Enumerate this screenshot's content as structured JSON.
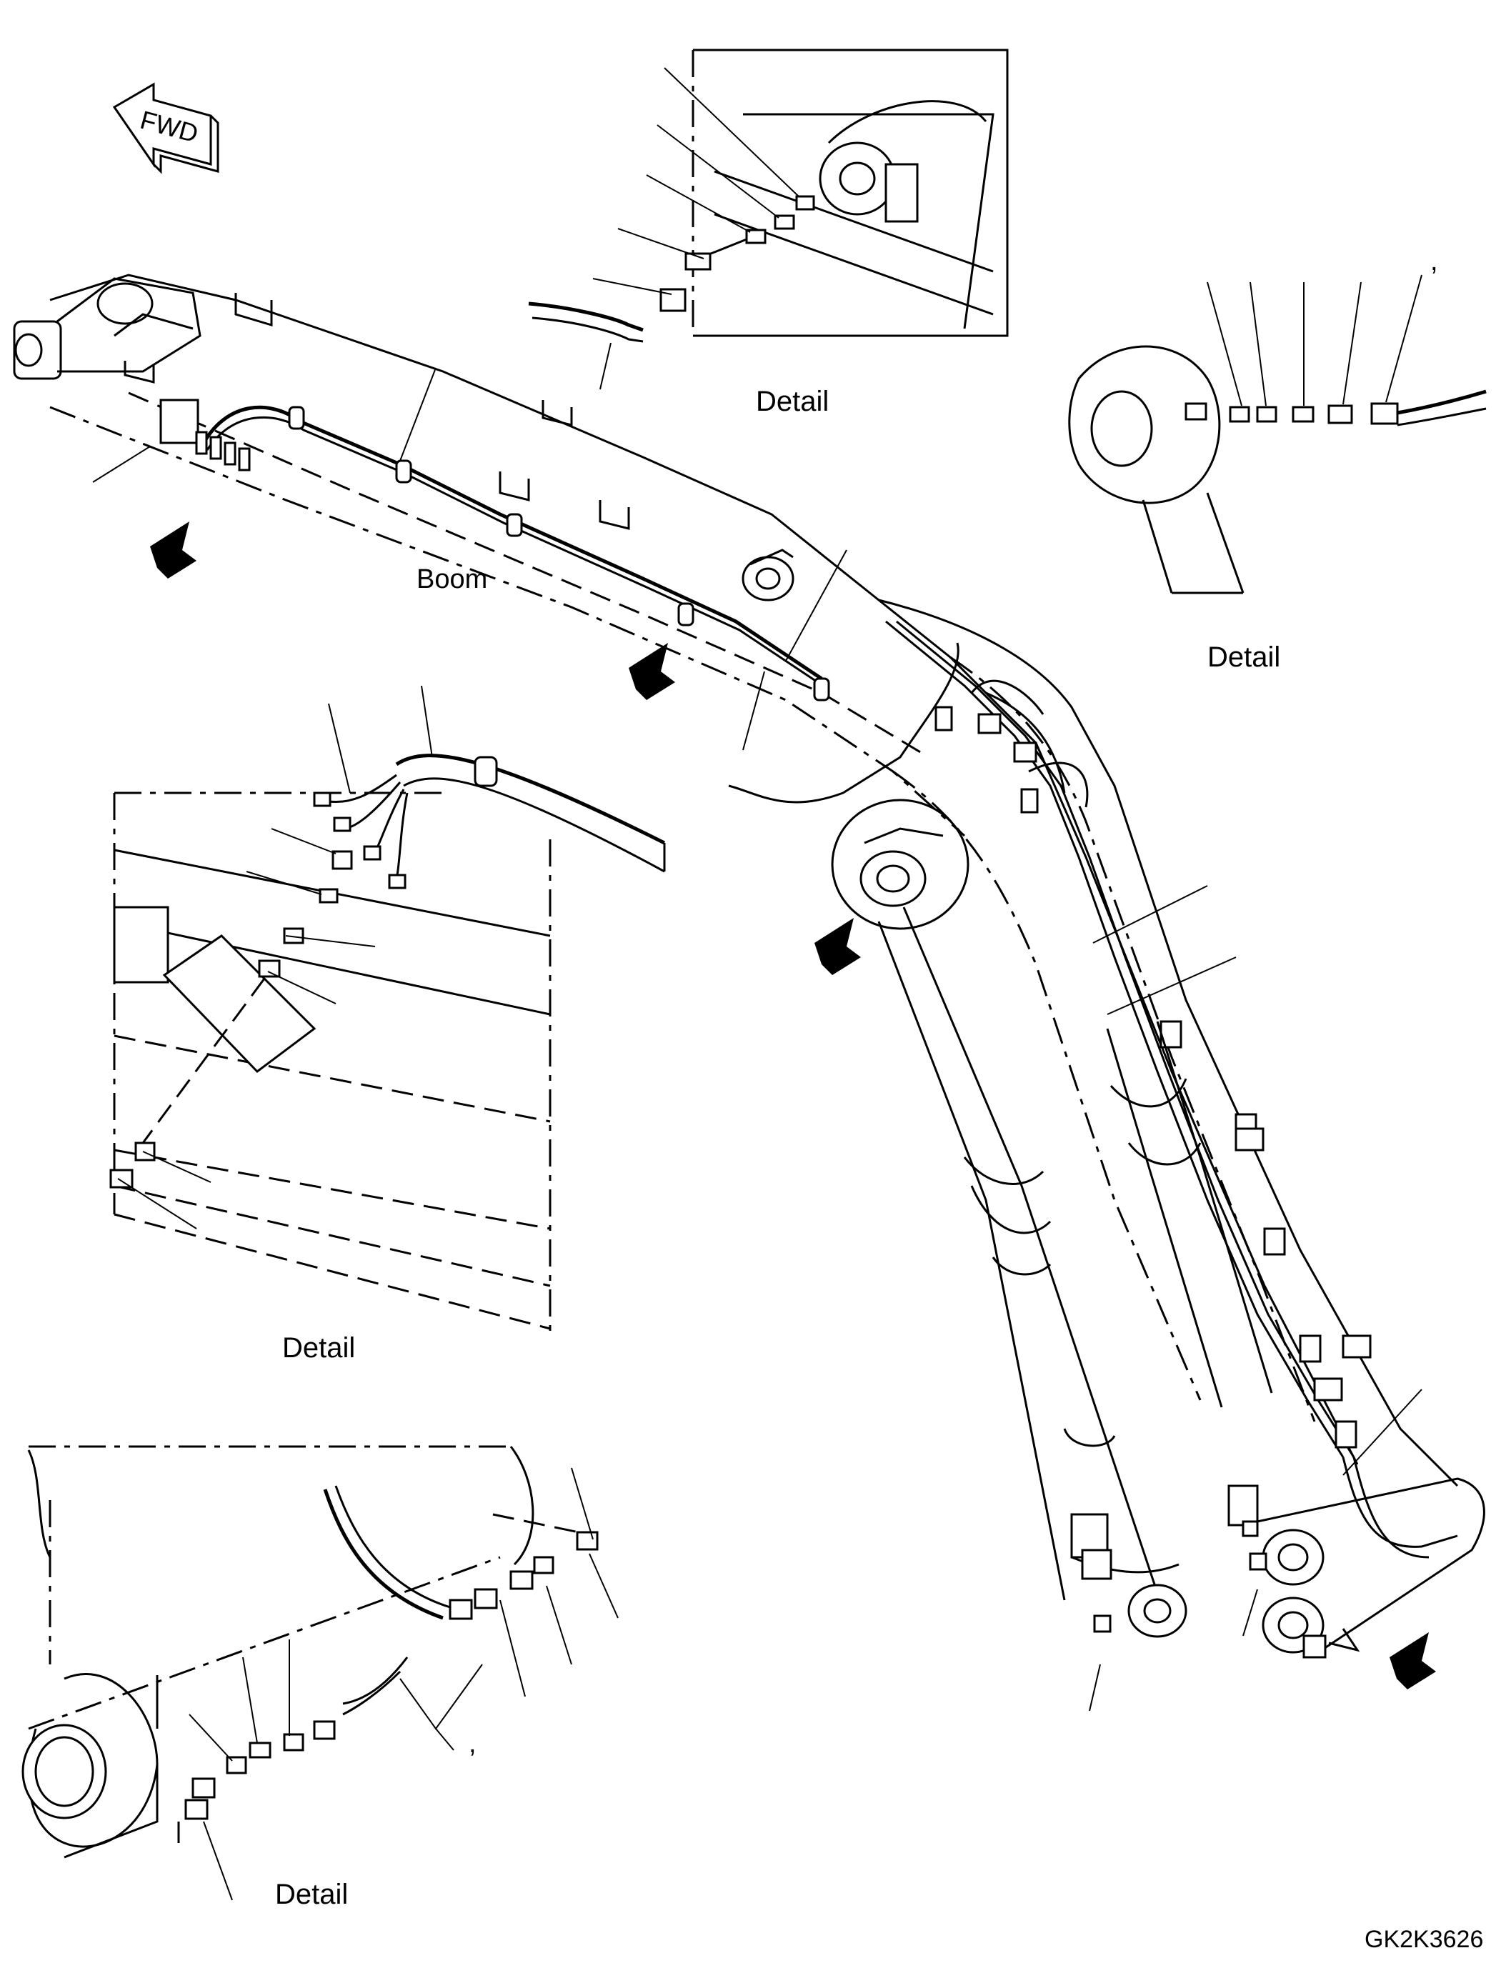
{
  "direction_arrow": {
    "label": "FWD",
    "icon": "fwd-direction-arrow-icon"
  },
  "boom_label": "Boom",
  "details": [
    {
      "id": "detail-top-center",
      "label": "Detail"
    },
    {
      "id": "detail-right",
      "label": "Detail"
    },
    {
      "id": "detail-left-middle",
      "label": "Detail"
    },
    {
      "id": "detail-bottom-left",
      "label": "Detail"
    }
  ],
  "comma_marks": [
    ",",
    ","
  ],
  "drawing_code": "GK2K3626",
  "view_arrows": [
    "view-arrow-icon",
    "view-arrow-icon",
    "view-arrow-icon",
    "view-arrow-icon"
  ]
}
